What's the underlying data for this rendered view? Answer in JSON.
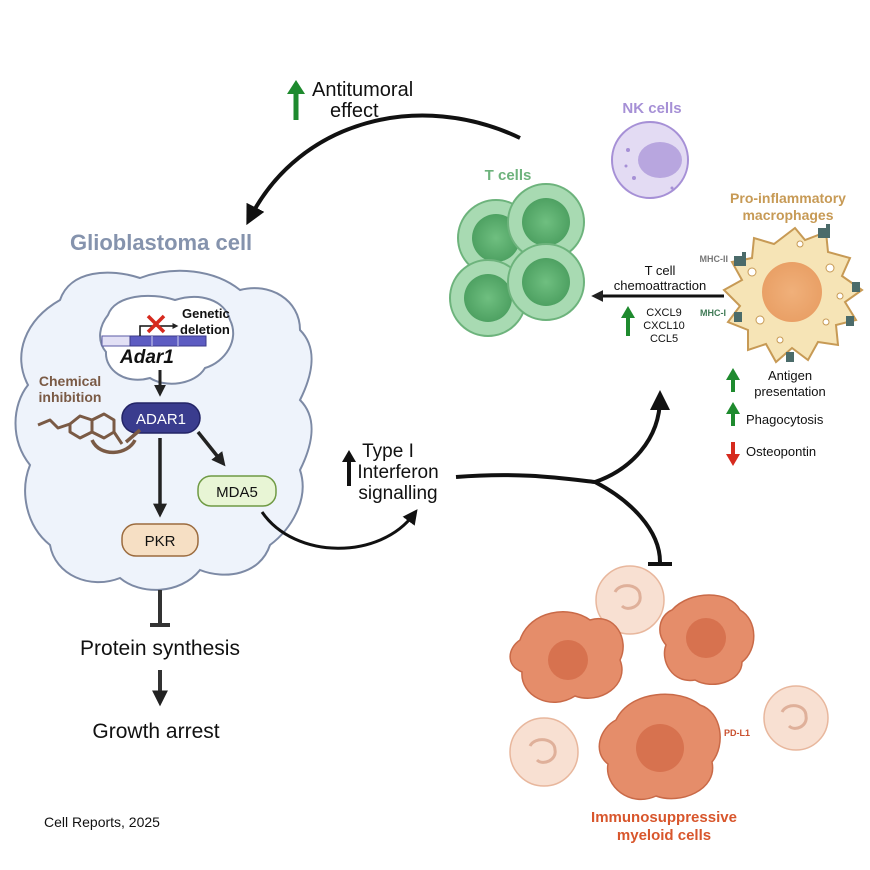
{
  "antitumoral": {
    "line1": "Antitumoral",
    "line2": "effect"
  },
  "glioblastoma": {
    "title": "Glioblastoma cell"
  },
  "gene": {
    "deletion_line1": "Genetic",
    "deletion_line2": "deletion",
    "name": "Adar1"
  },
  "chemical": {
    "line1": "Chemical",
    "line2": "inhibition"
  },
  "nodes": {
    "adar1": "ADAR1",
    "mda5": "MDA5",
    "pkr": "PKR"
  },
  "outcomes": {
    "protein": "Protein synthesis",
    "growth": "Growth arrest"
  },
  "interferon": {
    "line1": "Type I",
    "line2": "Interferon",
    "line3": "signalling"
  },
  "tcells": {
    "label": "T cells"
  },
  "nkcells": {
    "label": "NK cells"
  },
  "macrophages": {
    "line1": "Pro-inflammatory",
    "line2": "macrophages",
    "mhc2": "MHC-II",
    "mhc1": "MHC-I"
  },
  "chemoattraction": {
    "line1": "T cell",
    "line2": "chemoattraction",
    "chemokines": [
      "CXCL9",
      "CXCL10",
      "CCL5"
    ]
  },
  "effects": {
    "antigen_line1": "Antigen",
    "antigen_line2": "presentation",
    "phagocytosis": "Phagocytosis",
    "osteopontin": "Osteopontin"
  },
  "myeloid": {
    "line1": "Immunosuppressive",
    "line2": "myeloid cells",
    "pdl1": "PD-L1"
  },
  "citation": "Cell Reports, 2025",
  "colors": {
    "up": "#1e8a2e",
    "down": "#d62a1e",
    "cell_title": "#8593ad",
    "tcell": "#8fcc9a",
    "nk": "#c9bde6",
    "macrophage": "#f5e2b0",
    "myeloid": "#e38a66",
    "myeloid_light": "#f5d3c1"
  }
}
